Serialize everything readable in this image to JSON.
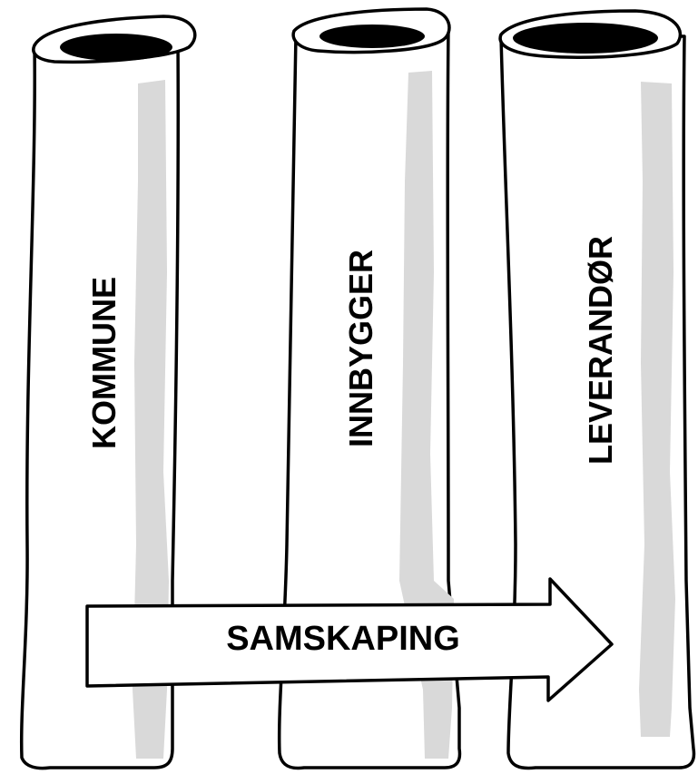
{
  "pillars": [
    {
      "id": "kommune",
      "label": "KOMMUNE"
    },
    {
      "id": "innbygger",
      "label": "INNBYGGER"
    },
    {
      "id": "leverandor",
      "label": "LEVERANDØR"
    }
  ],
  "arrow": {
    "label": "SAMSKAPING"
  },
  "colors": {
    "stroke": "#000000",
    "shade": "#d9d9d9",
    "fill": "#ffffff"
  }
}
